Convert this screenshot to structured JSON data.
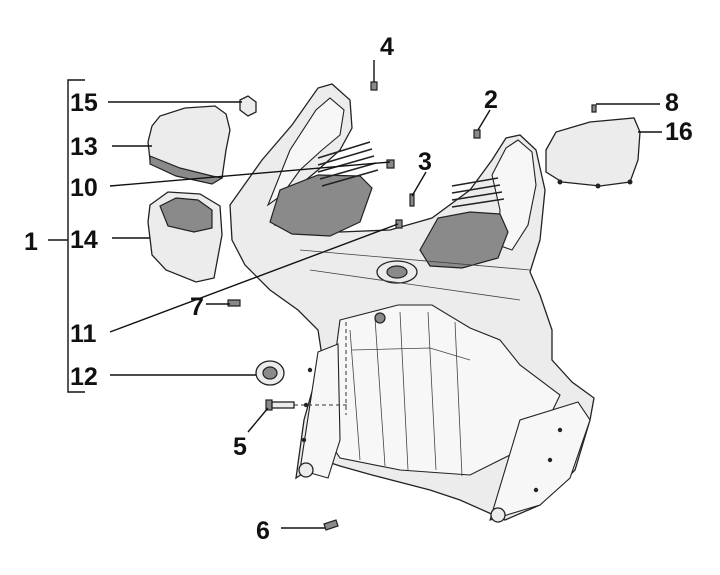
{
  "callouts": {
    "c1": "1",
    "c2": "2",
    "c3": "3",
    "c4": "4",
    "c5": "5",
    "c6": "6",
    "c7": "7",
    "c8": "8",
    "c10": "10",
    "c11": "11",
    "c12": "12",
    "c13": "13",
    "c14": "14",
    "c15": "15",
    "c16": "16"
  },
  "colors": {
    "line": "#111111",
    "panel": "#ececec",
    "background": "#ffffff"
  }
}
